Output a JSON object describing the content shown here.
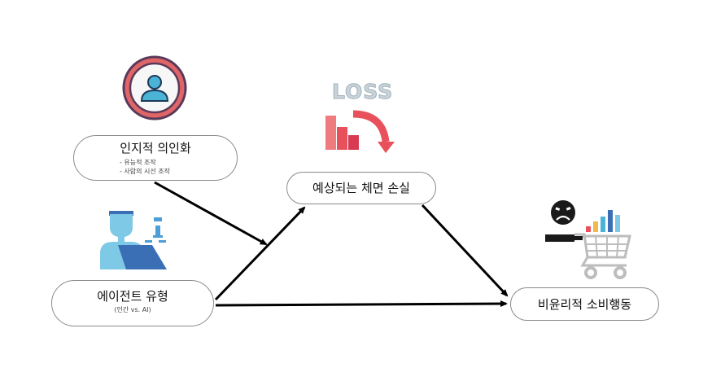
{
  "nodes": {
    "cognitive": {
      "title": "인지적 의인화",
      "bullets": [
        "-   유능적 조작",
        "-   사람의 시선 조작"
      ]
    },
    "agent": {
      "title": "에이전트 유형",
      "sub": "(인간 vs. AI)"
    },
    "face_loss": {
      "title": "예상되는 체면 손실"
    },
    "behavior": {
      "title": "비윤리적 소비행동"
    }
  },
  "icons": {
    "loss_text": "LOSS",
    "user_icon": "user-avatar-icon",
    "agent_icon": "person-laptop-icon",
    "loss_icon": "loss-chart-icon",
    "cart_icon": "sad-shopping-cart-icon"
  },
  "colors": {
    "arrow": "#000000",
    "avatar_ring": "#e06567",
    "avatar_fill": "#4bb3d6",
    "loss_red": "#e8505b",
    "cart_gray": "#bdbdbd"
  }
}
